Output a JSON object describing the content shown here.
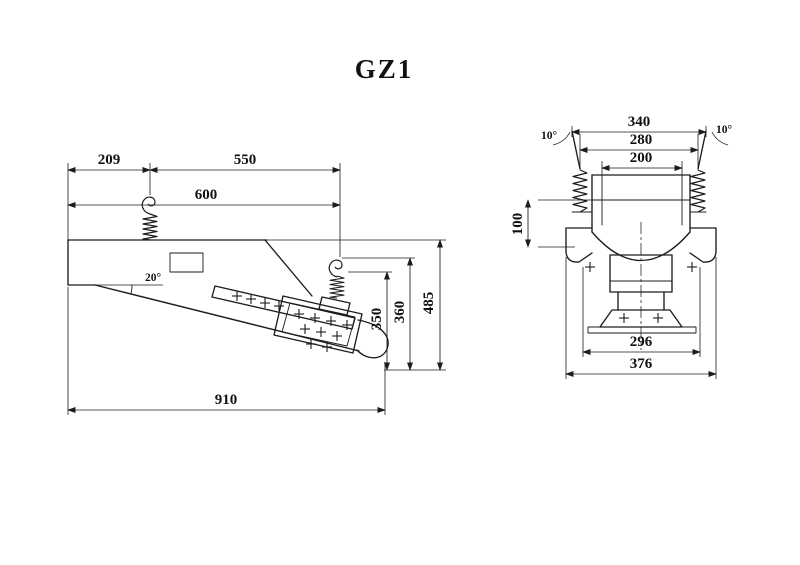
{
  "title": "GZ1",
  "side_view": {
    "dim_209": "209",
    "dim_550": "550",
    "dim_600": "600",
    "dim_910": "910",
    "dim_485": "485",
    "dim_360": "360",
    "dim_350": "350",
    "angle": "20°"
  },
  "end_view": {
    "dim_340": "340",
    "dim_280": "280",
    "dim_200": "200",
    "dim_100": "100",
    "dim_296": "296",
    "dim_376": "376",
    "angle_left": "10°",
    "angle_right": "10°"
  },
  "colors": {
    "background": "#ffffff",
    "line": "#1c1c1c",
    "text": "#111111"
  }
}
